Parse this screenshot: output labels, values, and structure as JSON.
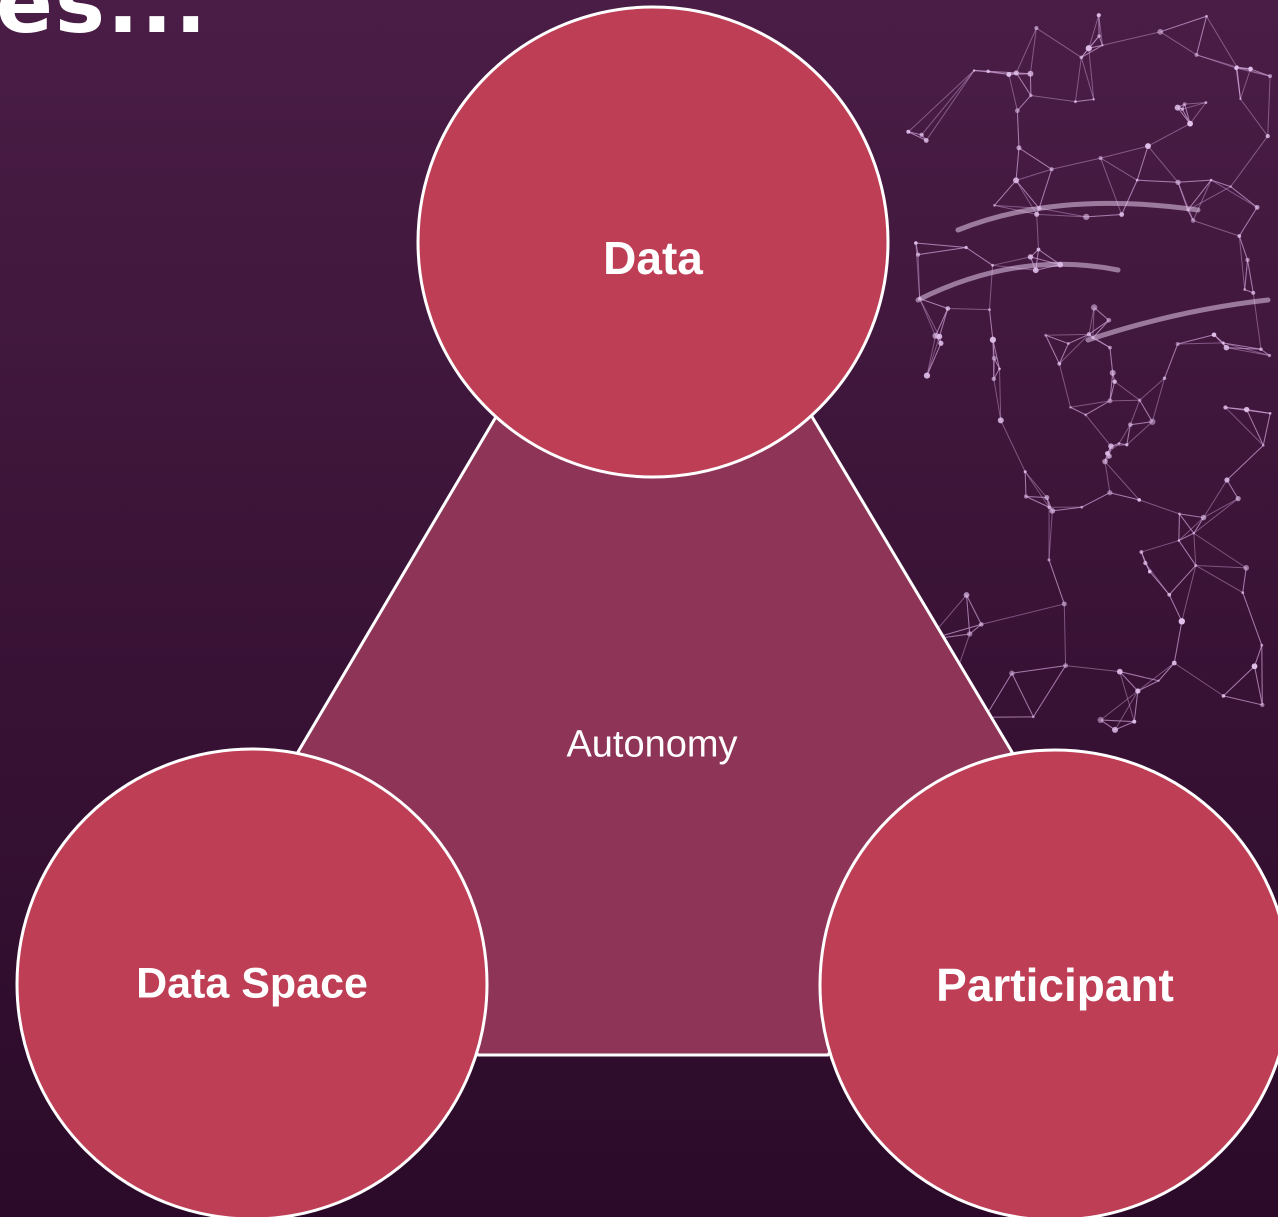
{
  "slide": {
    "heading_fragment": "es..."
  },
  "diagram": {
    "center_label": "Autonomy",
    "nodes": [
      {
        "label": "Data"
      },
      {
        "label": "Data Space"
      },
      {
        "label": "Participant"
      }
    ]
  },
  "colors": {
    "background_top": "#4a1d46",
    "background_bottom": "#2b0a29",
    "triangle_fill": "#8e3457",
    "node_fill": "#be3e56",
    "outline": "#ffffff",
    "mesh": "#e3b6ea"
  },
  "decor": {
    "image": "network-mesh-head"
  }
}
